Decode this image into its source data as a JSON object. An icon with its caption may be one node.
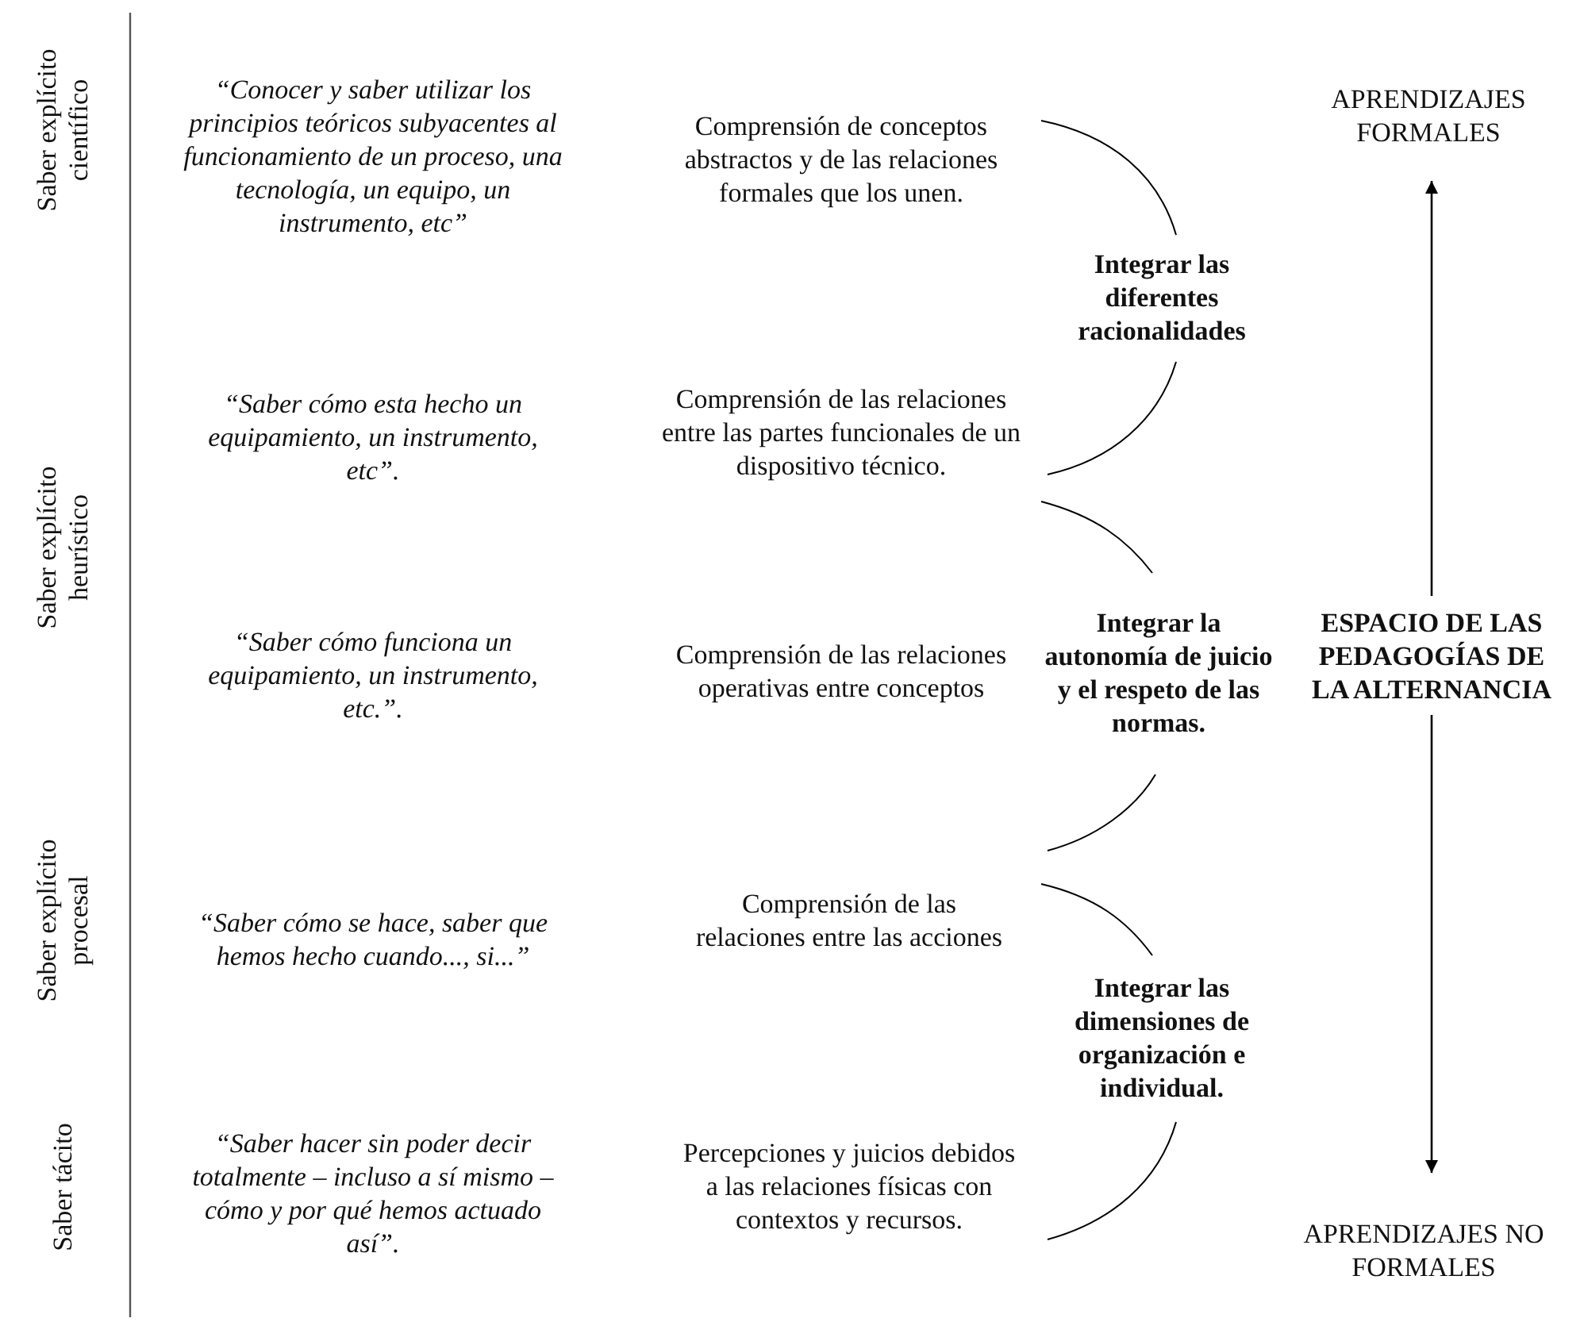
{
  "diagram": {
    "nodes": [
      {
        "text": [
          "ESPACIO DE LAS PEDAGOGÍAS DE LA ALTERNANCIA"
        ]
      },
      {
        "text": [
          "APRENDIZAJES FORMALES"
        ]
      },
      {
        "text": [
          "APRENDIZAJES NO FORMALES"
        ]
      }
    ],
    "edges": [
      {
        "from": 0,
        "to": 1,
        "arrow": "to"
      },
      {
        "from": 0,
        "to": 2,
        "arrow": "to"
      }
    ],
    "labels": [
      "Saber explícito científico",
      "Saber explícito heurístico",
      "Saber explícito procesal",
      "Saber tácito",
      "“Conocer y saber utilizar los principios teóricos subyacentes al funcionamiento de un proceso, una tecnología, un equipo, un instrumento, etc”",
      "“Saber cómo esta hecho un equipamiento, un instrumento, etc”.",
      "“Saber cómo funciona un equipamiento, un instrumento, etc.”.",
      "“Saber cómo se hace, saber que hemos hecho cuando..., si...”",
      "“Saber hacer sin poder decir totalmente – incluso a sí mismo – cómo y por qué hemos actuado así”.",
      "Comprensión de conceptos abstractos y de las relaciones formales que los unen.",
      "Comprensión de las relaciones entre las partes funcionales de un dispositivo técnico.",
      "Comprensión de las relaciones operativas entre conceptos",
      "Comprensión de las relaciones entre las acciones",
      "Percepciones y juicios debidos a las relaciones físicas con contextos y recursos.",
      "Integrar las diferentes racionalidades",
      "Integrar la autonomía de juicio y el respeto de las normas.",
      "Integrar las dimensiones de organización e individual."
    ]
  }
}
